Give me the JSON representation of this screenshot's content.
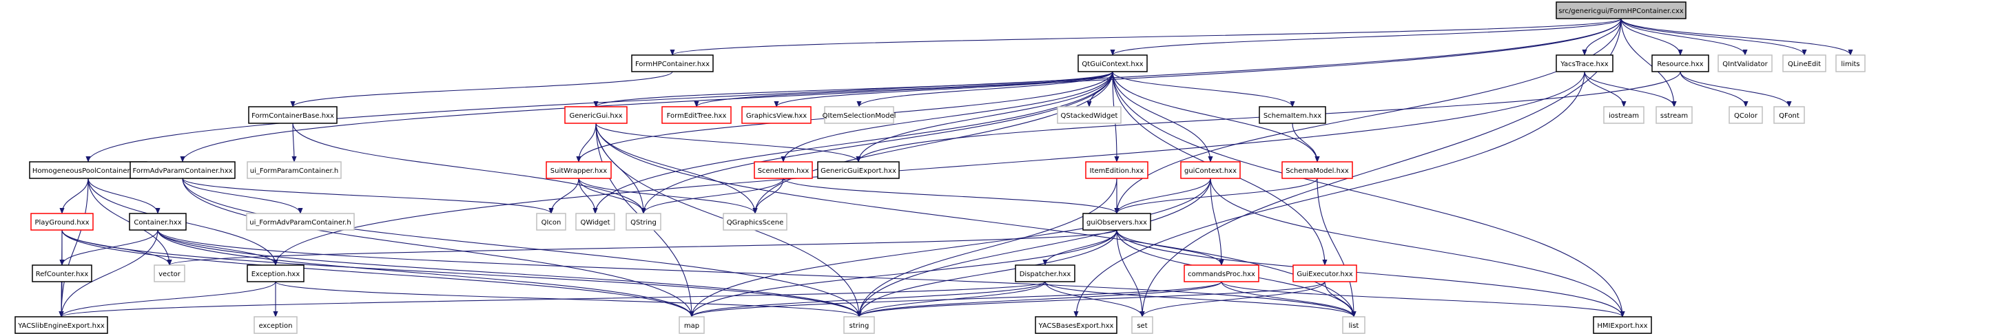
{
  "diagram": {
    "title": "src/genericgui/FormHPContainer.cxx",
    "type": "include-dependency-graph",
    "colors": {
      "edge": "#191970",
      "root_fill": "#bfbfbf",
      "documented_border": "#000000",
      "missing_border": "#ff0000",
      "external_border": "#bfbfbf"
    },
    "nodes": [
      {
        "id": "root",
        "label": "src/genericgui/FormHPContainer.cxx",
        "kind": "root"
      },
      {
        "id": "FormHPContainer",
        "label": "FormHPContainer.hxx",
        "kind": "documented"
      },
      {
        "id": "QtGuiContext",
        "label": "QtGuiContext.hxx",
        "kind": "documented"
      },
      {
        "id": "YacsTrace",
        "label": "YacsTrace.hxx",
        "kind": "documented"
      },
      {
        "id": "Resource",
        "label": "Resource.hxx",
        "kind": "documented"
      },
      {
        "id": "QIntValidator",
        "label": "QIntValidator",
        "kind": "external"
      },
      {
        "id": "QLineEdit",
        "label": "QLineEdit",
        "kind": "external"
      },
      {
        "id": "limits",
        "label": "limits",
        "kind": "external"
      },
      {
        "id": "FormContainerBase",
        "label": "FormContainerBase.hxx",
        "kind": "documented"
      },
      {
        "id": "GenericGui",
        "label": "GenericGui.hxx",
        "kind": "incomplete"
      },
      {
        "id": "FormEditTree",
        "label": "FormEditTree.hxx",
        "kind": "incomplete"
      },
      {
        "id": "GraphicsView",
        "label": "GraphicsView.hxx",
        "kind": "incomplete"
      },
      {
        "id": "QItemSelectionModel",
        "label": "QItemSelectionModel",
        "kind": "external"
      },
      {
        "id": "QStackedWidget",
        "label": "QStackedWidget",
        "kind": "external"
      },
      {
        "id": "SchemaItem",
        "label": "SchemaItem.hxx",
        "kind": "documented"
      },
      {
        "id": "iostream",
        "label": "iostream",
        "kind": "external"
      },
      {
        "id": "sstream",
        "label": "sstream",
        "kind": "external"
      },
      {
        "id": "QColor",
        "label": "QColor",
        "kind": "external"
      },
      {
        "id": "QFont",
        "label": "QFont",
        "kind": "external"
      },
      {
        "id": "HomogeneousPoolContainer",
        "label": "HomogeneousPoolContainer.hxx",
        "kind": "documented"
      },
      {
        "id": "FormAdvParamContainer",
        "label": "FormAdvParamContainer.hxx",
        "kind": "documented"
      },
      {
        "id": "ui_FormParamContainer",
        "label": "ui_FormParamContainer.h",
        "kind": "external"
      },
      {
        "id": "SuitWrapper",
        "label": "SuitWrapper.hxx",
        "kind": "incomplete"
      },
      {
        "id": "SceneItem",
        "label": "SceneItem.hxx",
        "kind": "incomplete"
      },
      {
        "id": "GenericGuiExport",
        "label": "GenericGuiExport.hxx",
        "kind": "documented"
      },
      {
        "id": "ItemEdition",
        "label": "ItemEdition.hxx",
        "kind": "incomplete"
      },
      {
        "id": "guiContext",
        "label": "guiContext.hxx",
        "kind": "incomplete"
      },
      {
        "id": "SchemaModel",
        "label": "SchemaModel.hxx",
        "kind": "incomplete"
      },
      {
        "id": "PlayGround",
        "label": "PlayGround.hxx",
        "kind": "incomplete"
      },
      {
        "id": "Container",
        "label": "Container.hxx",
        "kind": "documented"
      },
      {
        "id": "ui_FormAdvParamContainer",
        "label": "ui_FormAdvParamContainer.h",
        "kind": "external"
      },
      {
        "id": "QIcon",
        "label": "QIcon",
        "kind": "external"
      },
      {
        "id": "QWidget",
        "label": "QWidget",
        "kind": "external"
      },
      {
        "id": "QString",
        "label": "QString",
        "kind": "external"
      },
      {
        "id": "QGraphicsScene",
        "label": "QGraphicsScene",
        "kind": "external"
      },
      {
        "id": "guiObservers",
        "label": "guiObservers.hxx",
        "kind": "documented"
      },
      {
        "id": "RefCounter",
        "label": "RefCounter.hxx",
        "kind": "documented"
      },
      {
        "id": "vector",
        "label": "vector",
        "kind": "external"
      },
      {
        "id": "Exception",
        "label": "Exception.hxx",
        "kind": "documented"
      },
      {
        "id": "Dispatcher",
        "label": "Dispatcher.hxx",
        "kind": "documented"
      },
      {
        "id": "commandsProc",
        "label": "commandsProc.hxx",
        "kind": "incomplete"
      },
      {
        "id": "GuiExecutor",
        "label": "GuiExecutor.hxx",
        "kind": "incomplete"
      },
      {
        "id": "YACSlibEngineExport",
        "label": "YACSlibEngineExport.hxx",
        "kind": "documented"
      },
      {
        "id": "exception",
        "label": "exception",
        "kind": "external"
      },
      {
        "id": "map",
        "label": "map",
        "kind": "external"
      },
      {
        "id": "string",
        "label": "string",
        "kind": "external"
      },
      {
        "id": "YACSBasesExport",
        "label": "YACSBasesExport.hxx",
        "kind": "documented"
      },
      {
        "id": "set",
        "label": "set",
        "kind": "external"
      },
      {
        "id": "list",
        "label": "list",
        "kind": "external"
      },
      {
        "id": "HMIExport",
        "label": "HMIExport.hxx",
        "kind": "documented"
      }
    ],
    "edges": [
      [
        "root",
        "FormHPContainer"
      ],
      [
        "root",
        "QtGuiContext"
      ],
      [
        "root",
        "YacsTrace"
      ],
      [
        "root",
        "Resource"
      ],
      [
        "root",
        "QIntValidator"
      ],
      [
        "root",
        "QLineEdit"
      ],
      [
        "root",
        "limits"
      ],
      [
        "root",
        "sstream"
      ],
      [
        "root",
        "HomogeneousPoolContainer"
      ],
      [
        "root",
        "FormAdvParamContainer"
      ],
      [
        "root",
        "guiObservers"
      ],
      [
        "root",
        "set"
      ],
      [
        "FormHPContainer",
        "FormContainerBase"
      ],
      [
        "QtGuiContext",
        "GenericGui"
      ],
      [
        "QtGuiContext",
        "FormEditTree"
      ],
      [
        "QtGuiContext",
        "GraphicsView"
      ],
      [
        "QtGuiContext",
        "QItemSelectionModel"
      ],
      [
        "QtGuiContext",
        "QStackedWidget"
      ],
      [
        "QtGuiContext",
        "SchemaItem"
      ],
      [
        "QtGuiContext",
        "SchemaModel"
      ],
      [
        "QtGuiContext",
        "SuitWrapper"
      ],
      [
        "QtGuiContext",
        "SceneItem"
      ],
      [
        "QtGuiContext",
        "GenericGuiExport"
      ],
      [
        "QtGuiContext",
        "ItemEdition"
      ],
      [
        "QtGuiContext",
        "guiContext"
      ],
      [
        "QtGuiContext",
        "GuiExecutor"
      ],
      [
        "QtGuiContext",
        "QString"
      ],
      [
        "QtGuiContext",
        "QGraphicsScene"
      ],
      [
        "QtGuiContext",
        "QWidget"
      ],
      [
        "QtGuiContext",
        "HMIExport"
      ],
      [
        "YacsTrace",
        "iostream"
      ],
      [
        "YacsTrace",
        "sstream"
      ],
      [
        "YacsTrace",
        "Exception"
      ],
      [
        "YacsTrace",
        "YACSBasesExport"
      ],
      [
        "Resource",
        "QColor"
      ],
      [
        "Resource",
        "QFont"
      ],
      [
        "Resource",
        "GenericGuiExport"
      ],
      [
        "FormContainerBase",
        "ui_FormParamContainer"
      ],
      [
        "FormContainerBase",
        "QString"
      ],
      [
        "GenericGui",
        "SuitWrapper"
      ],
      [
        "GenericGui",
        "GenericGuiExport"
      ],
      [
        "GenericGui",
        "QString"
      ],
      [
        "GenericGui",
        "map"
      ],
      [
        "GenericGui",
        "string"
      ],
      [
        "GenericGui",
        "list"
      ],
      [
        "GenericGui",
        "QGraphicsScene"
      ],
      [
        "SchemaItem",
        "SchemaModel"
      ],
      [
        "HomogeneousPoolContainer",
        "PlayGround"
      ],
      [
        "HomogeneousPoolContainer",
        "Container"
      ],
      [
        "HomogeneousPoolContainer",
        "vector"
      ],
      [
        "HomogeneousPoolContainer",
        "Exception"
      ],
      [
        "HomogeneousPoolContainer",
        "YACSlibEngineExport"
      ],
      [
        "FormAdvParamContainer",
        "ui_FormAdvParamContainer"
      ],
      [
        "FormAdvParamContainer",
        "QIcon"
      ],
      [
        "FormAdvParamContainer",
        "map"
      ],
      [
        "FormAdvParamContainer",
        "string"
      ],
      [
        "SuitWrapper",
        "QIcon"
      ],
      [
        "SuitWrapper",
        "QWidget"
      ],
      [
        "SuitWrapper",
        "QString"
      ],
      [
        "SuitWrapper",
        "QGraphicsScene"
      ],
      [
        "SceneItem",
        "QString"
      ],
      [
        "SceneItem",
        "QGraphicsScene"
      ],
      [
        "SceneItem",
        "guiObservers"
      ],
      [
        "ItemEdition",
        "guiObservers"
      ],
      [
        "ItemEdition",
        "string"
      ],
      [
        "guiContext",
        "guiObservers"
      ],
      [
        "guiContext",
        "commandsProc"
      ],
      [
        "guiContext",
        "map"
      ],
      [
        "guiContext",
        "string"
      ],
      [
        "guiContext",
        "HMIExport"
      ],
      [
        "SchemaModel",
        "guiObservers"
      ],
      [
        "SchemaModel",
        "list"
      ],
      [
        "PlayGround",
        "RefCounter"
      ],
      [
        "PlayGround",
        "vector"
      ],
      [
        "PlayGround",
        "YACSlibEngineExport"
      ],
      [
        "PlayGround",
        "map"
      ],
      [
        "PlayGround",
        "string"
      ],
      [
        "Container",
        "RefCounter"
      ],
      [
        "Container",
        "Exception"
      ],
      [
        "Container",
        "YACSlibEngineExport"
      ],
      [
        "Container",
        "map"
      ],
      [
        "Container",
        "string"
      ],
      [
        "Container",
        "list"
      ],
      [
        "guiObservers",
        "Dispatcher"
      ],
      [
        "guiObservers",
        "commandsProc"
      ],
      [
        "guiObservers",
        "set"
      ],
      [
        "guiObservers",
        "string"
      ],
      [
        "guiObservers",
        "map"
      ],
      [
        "guiObservers",
        "list"
      ],
      [
        "guiObservers",
        "vector"
      ],
      [
        "guiObservers",
        "HMIExport"
      ],
      [
        "RefCounter",
        "YACSlibEngineExport"
      ],
      [
        "Exception",
        "exception"
      ],
      [
        "Exception",
        "string"
      ],
      [
        "Exception",
        "YACSlibEngineExport"
      ],
      [
        "Dispatcher",
        "map"
      ],
      [
        "Dispatcher",
        "string"
      ],
      [
        "Dispatcher",
        "set"
      ],
      [
        "Dispatcher",
        "list"
      ],
      [
        "Dispatcher",
        "YACSlibEngineExport"
      ],
      [
        "commandsProc",
        "map"
      ],
      [
        "commandsProc",
        "string"
      ],
      [
        "commandsProc",
        "list"
      ],
      [
        "commandsProc",
        "HMIExport"
      ],
      [
        "GuiExecutor",
        "string"
      ],
      [
        "GuiExecutor",
        "list"
      ],
      [
        "GuiExecutor",
        "set"
      ]
    ]
  }
}
